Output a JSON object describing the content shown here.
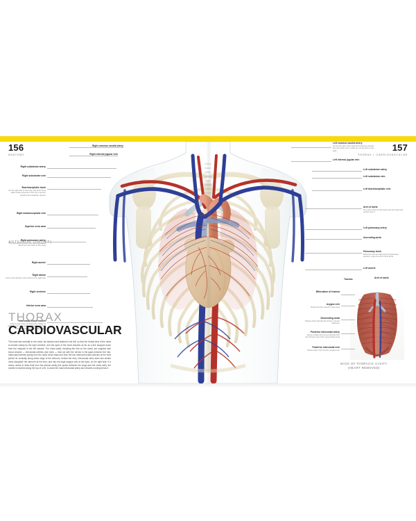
{
  "book": {
    "accent_color": "#f7d90c",
    "page_background": "#ffffff",
    "artery_color": "#b4322a",
    "vein_color": "#2e3f96",
    "bone_color": "#e3dcc2",
    "heart_color": "#e0c8a8",
    "muscle_color": "#b45a49"
  },
  "left_page": {
    "folio_number": "156",
    "folio_section": "ANATOMY",
    "title_kicker": "THORAX",
    "title_main": "CARDIOVASCULAR",
    "intro": "The heart sits centrally in the chest, but skewed and twisted to the left, so that the frontal view of the heart is formed mainly by the right ventricle, and the apex of the heart reaches as far as a line dropped down from the midpoint of the left clavicle. The chest walls, including the ribs on the chest, are supplied with blood vessels — intercostal arteries and veins — that run with the nerves in the gaps between the ribs. Intercostal arteries spring from the aorta at the back and from the two internal thoracic arteries at the front (which lie vertically along either edge of the sternum, behind the ribs). Intercostal veins drain into similar veins alongside the sternum at the front, and into the large azygos vein at the back, on the right side. If a doctor needs to drain fluid from the pleural cavity (the space between the lungs and the chest wall), the needle is inserted along the top of a rib, to avoid the main intercostal artery and vessels running below it.",
    "view_caption": "ANTERIOR (FRONT)",
    "labels": [
      {
        "title": "Right common carotid artery",
        "desc": ""
      },
      {
        "title": "Right internal jugular vein",
        "desc": ""
      },
      {
        "title": "Right subclavian artery",
        "desc": ""
      },
      {
        "title": "Right subclavian vein",
        "desc": ""
      },
      {
        "title": "Brachiocephalic trunk",
        "desc": "On the right side of the body, this short trunk splits inside seconds to form the common carotid and subclavian arteries"
      },
      {
        "title": "Right brachiocephalic vein",
        "desc": ""
      },
      {
        "title": "Superior vena cava",
        "desc": ""
      },
      {
        "title": "Right pulmonary artery",
        "desc": "The pulmonary arteries carry deoxygenated blood from the heart to the lungs"
      },
      {
        "title": "Right auricle",
        "desc": ""
      },
      {
        "title": "Right atrium",
        "desc": "Form of the border of the heart on the right side"
      },
      {
        "title": "Right ventricle",
        "desc": ""
      },
      {
        "title": "Inferior vena cava",
        "desc": ""
      },
      {
        "title": "Intercostal blood vessels",
        "desc": "Arteries and veins run below the margin of each rib, too many are illustrated shown here only, around the back of the thorax"
      }
    ]
  },
  "right_page": {
    "folio_number": "157",
    "folio_section": "THORAX • CARDIOVASCULAR",
    "labels": [
      {
        "title": "Left common carotid artery",
        "desc": "On the left side of the body this branches directly from the aortic arch, unlike its counterpart on the right"
      },
      {
        "title": "Left internal jugular vein",
        "desc": ""
      },
      {
        "title": "Left subclavian artery",
        "desc": ""
      },
      {
        "title": "Left subclavian vein",
        "desc": ""
      },
      {
        "title": "Left brachiocephalic vein",
        "desc": ""
      },
      {
        "title": "Arch of aorta",
        "desc": "The main artery of the body exits the heart and arches over it"
      },
      {
        "title": "Left pulmonary artery",
        "desc": ""
      },
      {
        "title": "Ascending aorta",
        "desc": ""
      },
      {
        "title": "Pulmonary trunk",
        "desc": "Branches into the right and left pulmonary arteries, under the arch of the aorta"
      },
      {
        "title": "Left auricle",
        "desc": ""
      },
      {
        "title": "Trachea",
        "desc": ""
      },
      {
        "title": "Arch of aorta",
        "desc": ""
      }
    ],
    "inset": {
      "caption_line1": "BACK OF THORACIC CAVITY",
      "caption_line2": "(HEART REMOVED)",
      "labels": [
        {
          "title": "Bifurcation of trachea",
          "desc": ""
        },
        {
          "title": "Azygos vein",
          "desc": "Drains into the superior vena cava"
        },
        {
          "title": "Descending aorta",
          "desc": "Passes down through the thorax, into the abdomen"
        },
        {
          "title": "Posterior intercostal artery",
          "desc": "Arises at back and curves directly from the thoracic part of the descending aorta"
        },
        {
          "title": "Posterior intercostal vein",
          "desc": "Drains back, from into the azygos vein"
        }
      ]
    }
  }
}
